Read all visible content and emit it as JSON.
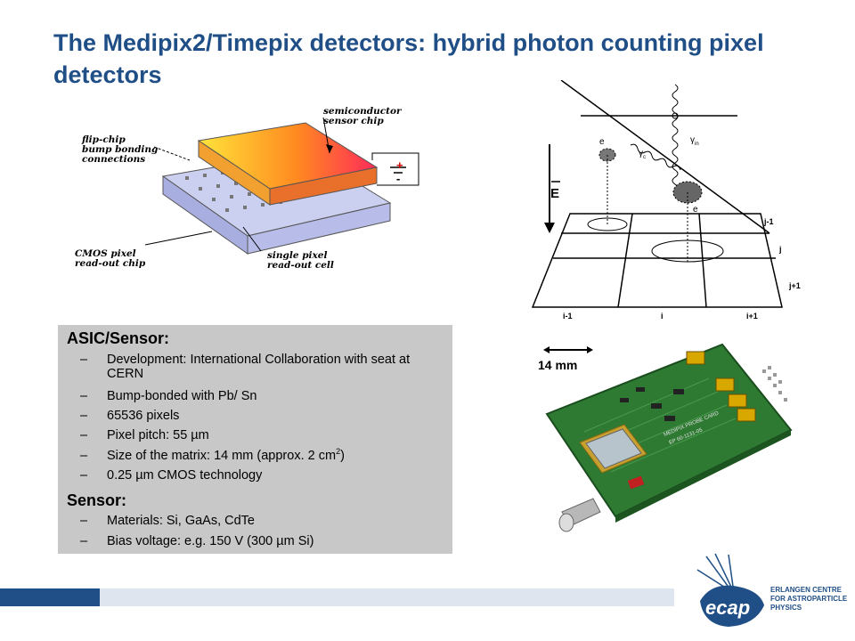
{
  "slide": {
    "title": "The Medipix2/Timepix detectors: hybrid photon counting pixel detectors"
  },
  "sensor_figure": {
    "label_semiconductor": "semiconductor",
    "label_sensor_chip": "sensor chip",
    "label_flip_chip": "flip-chip",
    "label_bump_bonding": "bump bonding",
    "label_connections": "connections",
    "label_cmos_pixel": "CMOS pixel",
    "label_readout_chip": "read-out chip",
    "label_single_pixel": "single pixel",
    "label_readout_cell": "read-out cell",
    "plus": "+",
    "minus": "-"
  },
  "detection_figure": {
    "field": "E",
    "electron": "e",
    "electron2": "e",
    "gamma_c": "γ",
    "gamma_c_sub": "c",
    "gamma_in": "γ",
    "gamma_in_sub": "in",
    "row_top": "j-1",
    "row_mid": "j",
    "row_bot": "j+1",
    "col_left": "i-1",
    "col_mid": "i",
    "col_right": "i+1"
  },
  "asic": {
    "heading": "ASIC/Sensor:",
    "items": [
      "Development: International Collaboration with seat at CERN",
      "Bump-bonded with Pb/ Sn",
      "65536  pixels",
      "Pixel pitch: 55 µm",
      "Size of the matrix: 14 mm (approx. 2 cm",
      "0.25 µm CMOS technology"
    ],
    "matrix_sup": "2",
    "matrix_tail": ")"
  },
  "sensor": {
    "heading": "Sensor:",
    "items": [
      "Materials: Si, GaAs, CdTe",
      "Bias voltage: e.g. 150 V (300 µm Si)"
    ]
  },
  "dash": "–",
  "board": {
    "scale_label": "14 mm",
    "card_text_1": "MEDIPIX PROBE CARD",
    "card_text_2": "EP 60-1131-05"
  },
  "logo": {
    "word": "ecap",
    "line1": "ERLANGEN CENTRE",
    "line2": "FOR ASTROPARTICLE",
    "line3": "PHYSICS"
  },
  "colors": {
    "title_blue": "#1f4f86",
    "box_grey": "#c8c8c8",
    "pcb_green": "#2e7a32"
  }
}
